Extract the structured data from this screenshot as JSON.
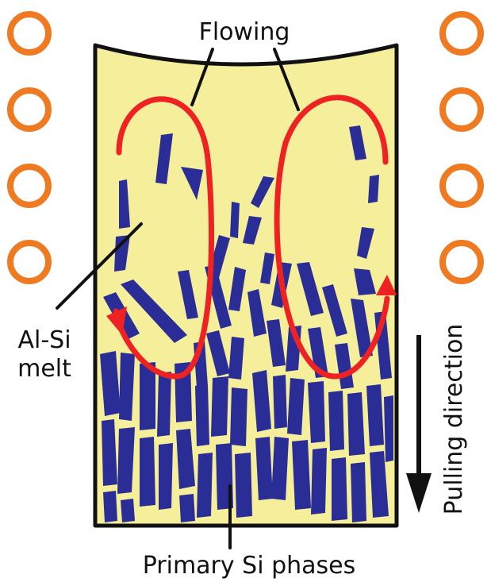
{
  "labels": {
    "flowing": "Flowing",
    "melt_line1": "Al-Si",
    "melt_line2": "melt",
    "primary": "Primary Si phases",
    "pulling": "Pulling direction"
  },
  "colors": {
    "melt_fill": "#f5ee9a",
    "crystal": "#2b2d96",
    "flow": "#ee2222",
    "coil": "#ee7a22",
    "outline": "#111111"
  },
  "icons": {
    "coil": "ring-coil-icon",
    "flow": "circulation-arrow-icon",
    "pull": "down-arrow-icon"
  }
}
